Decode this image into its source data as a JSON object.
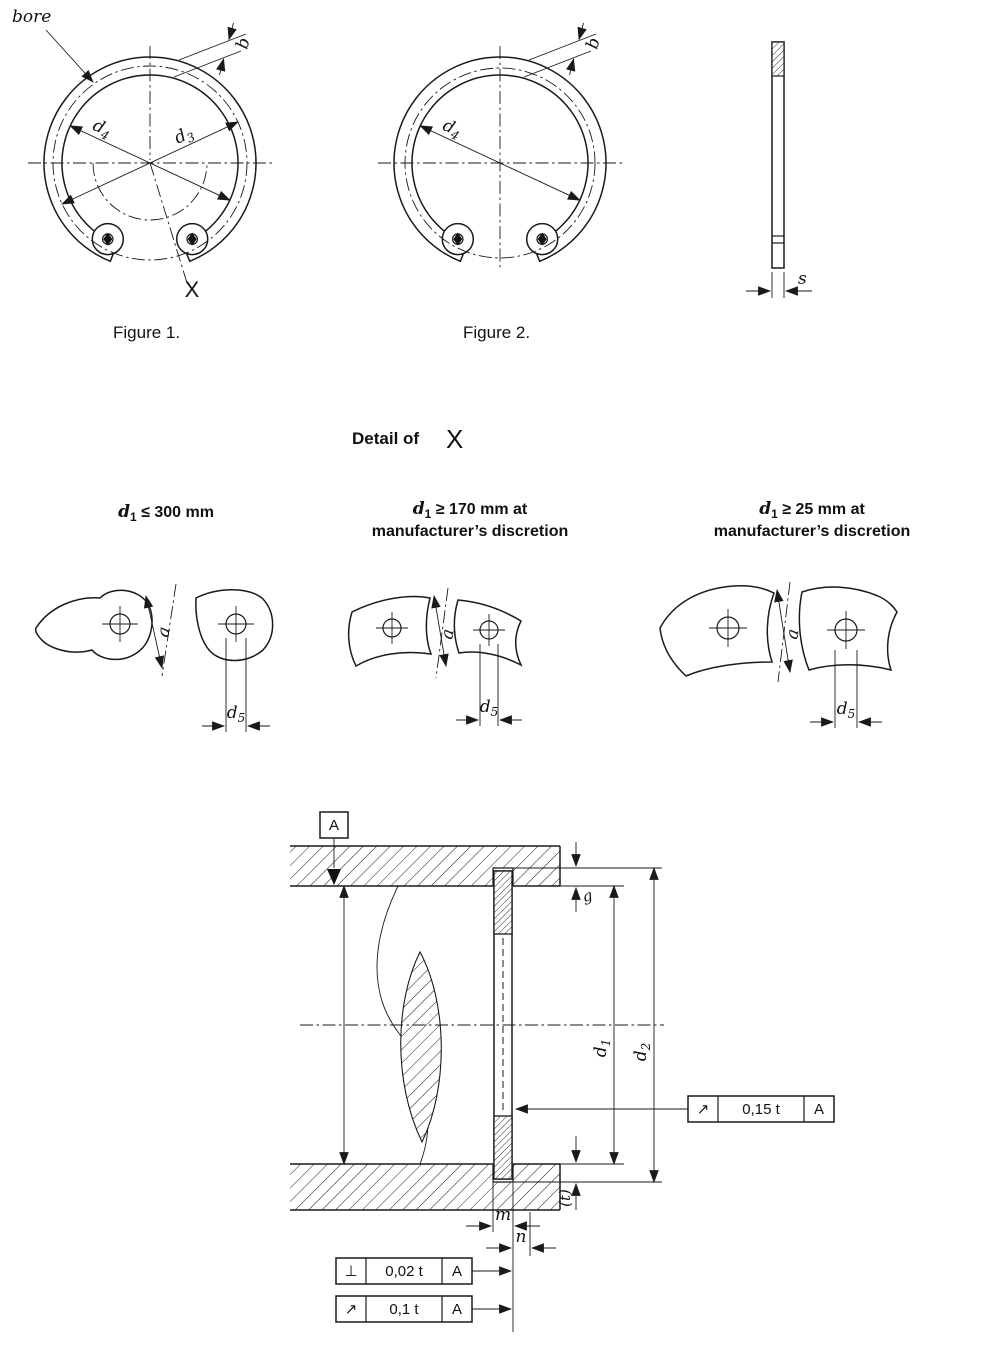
{
  "figure1": {
    "caption": "Figure 1.",
    "bore_label": "bore",
    "b": "b",
    "d4": {
      "base": "d",
      "sub": "4"
    },
    "d3": {
      "base": "d",
      "sub": "3"
    },
    "x_ref": "X"
  },
  "figure2": {
    "caption": "Figure 2.",
    "b": "b",
    "d4": {
      "base": "d",
      "sub": "4"
    }
  },
  "side_view": {
    "s": "s"
  },
  "detail": {
    "title": "Detail of",
    "ref": "X",
    "variants": [
      {
        "cond_var": "d",
        "cond_sub": "1",
        "cond_rest": " ≤  300 mm",
        "cond_line2": "",
        "a": "a",
        "d5": {
          "base": "d",
          "sub": "5"
        }
      },
      {
        "cond_var": "d",
        "cond_sub": "1",
        "cond_rest": " ≥ 170 mm at",
        "cond_line2": "manufacturer’s discretion",
        "a": "a",
        "d5": {
          "base": "d",
          "sub": "5"
        }
      },
      {
        "cond_var": "d",
        "cond_sub": "1",
        "cond_rest": " ≥ 25 mm at",
        "cond_line2": "manufacturer’s discretion",
        "a": "a",
        "d5": {
          "base": "d",
          "sub": "5"
        }
      }
    ]
  },
  "assembly": {
    "datum": "A",
    "g": "g",
    "d1": {
      "base": "d",
      "sub": "1"
    },
    "d2": {
      "base": "d",
      "sub": "2"
    },
    "t": "(t)",
    "m": "m",
    "n": "n",
    "tolerances": [
      {
        "symbol": "↗",
        "value": "0,15 t",
        "datum": "A"
      },
      {
        "symbol": "⊥",
        "value": "0,02 t",
        "datum": "A"
      },
      {
        "symbol": "↗",
        "value": "0,1 t",
        "datum": "A"
      }
    ]
  }
}
